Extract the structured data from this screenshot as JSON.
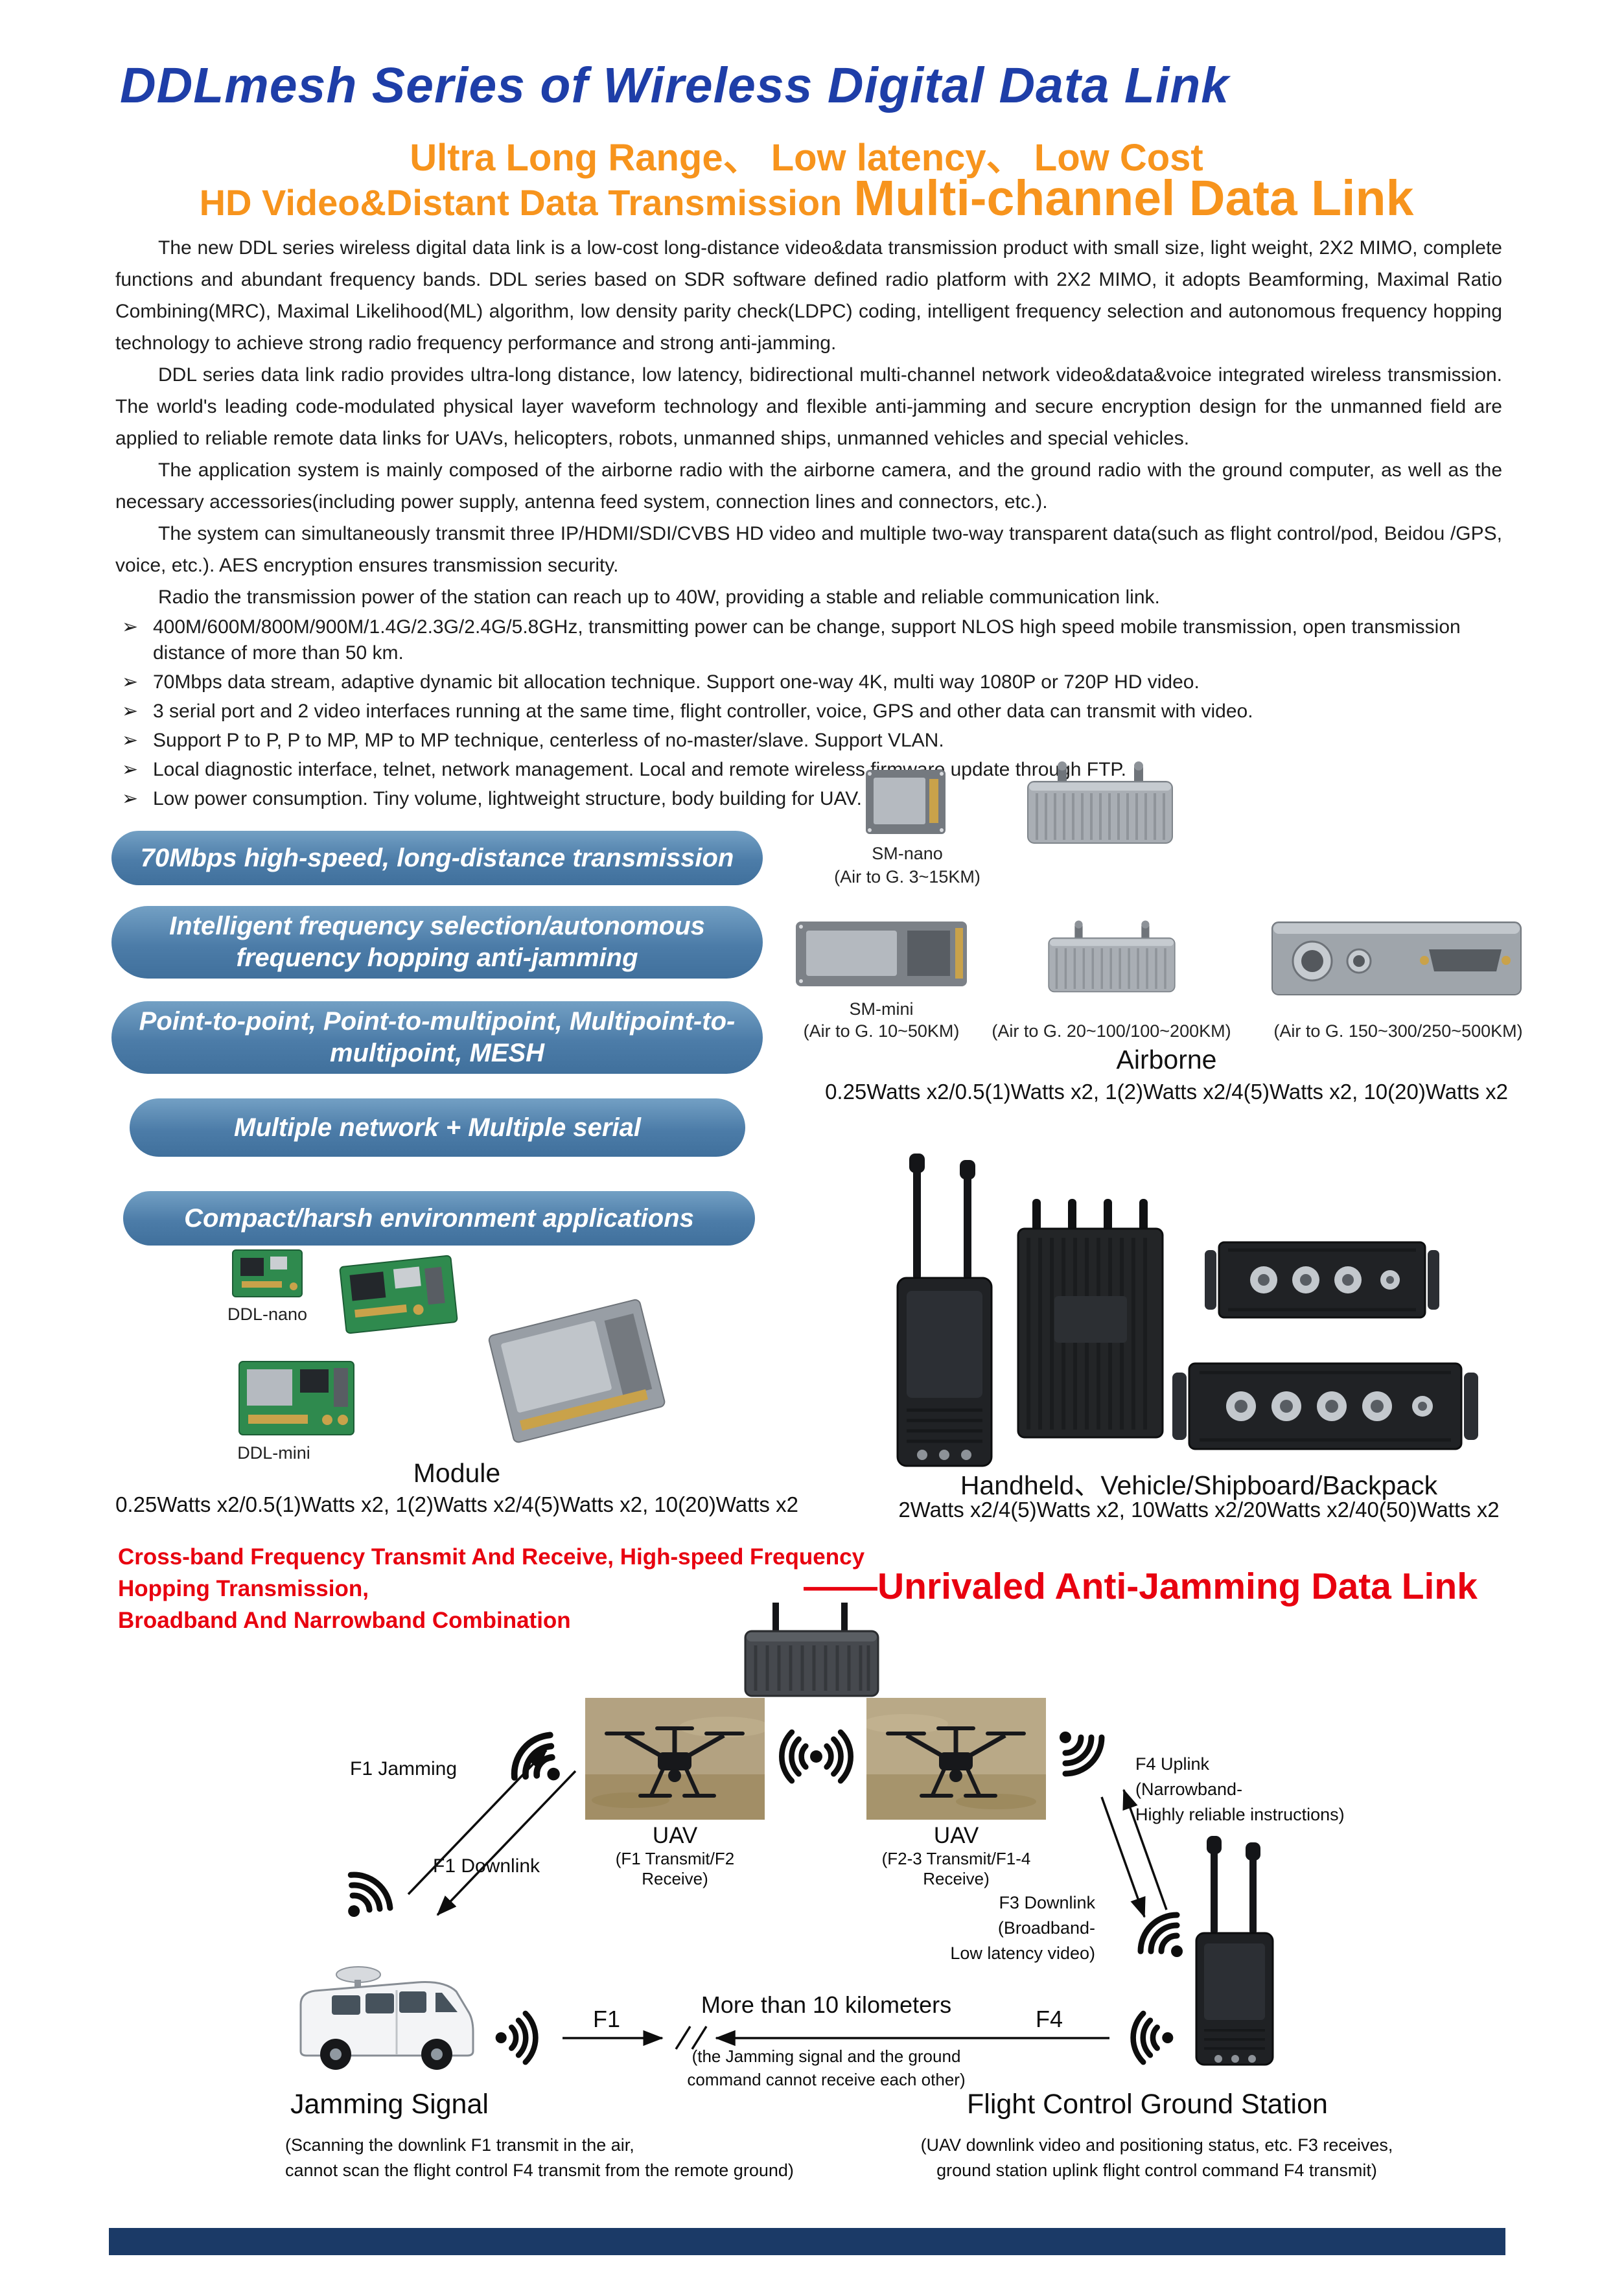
{
  "page": {
    "title": "DDLmesh Series of Wireless Digital Data Link",
    "subtitle": "Ultra Long Range、 Low latency、 Low Cost",
    "tagline_left": "HD Video&Distant Data Transmission",
    "tagline_right": "Multi-channel Data Link"
  },
  "intro_paragraphs": [
    "The new DDL series wireless digital data link is a low-cost long-distance video&data transmission product with small size, light weight, 2X2 MIMO, complete functions and abundant frequency bands. DDL series based on SDR software defined radio platform with 2X2 MIMO, it adopts Beamforming, Maximal Ratio Combining(MRC), Maximal Likelihood(ML) algorithm, low density parity check(LDPC) coding, intelligent frequency selection and autonomous frequency hopping technology to achieve strong radio frequency performance and strong anti-jamming.",
    "DDL series data link radio provides ultra-long distance, low latency, bidirectional multi-channel network video&data&voice integrated wireless transmission. The world's leading code-modulated physical layer waveform technology and flexible anti-jamming and secure encryption design for the unmanned field are applied to reliable remote data links for UAVs, helicopters, robots, unmanned ships, unmanned vehicles and special vehicles.",
    "The application system is mainly composed of the airborne radio with the airborne camera, and the ground radio with the ground computer, as well as the necessary accessories(including power supply, antenna feed system, connection lines and connectors, etc.).",
    "The system can simultaneously transmit three IP/HDMI/SDI/CVBS HD video and multiple two-way transparent data(such as flight control/pod, Beidou /GPS, voice, etc.). AES encryption ensures transmission security.",
    "Radio the transmission power of the station can reach up to 40W, providing a stable and reliable communication link."
  ],
  "bullet_glyph": "➢",
  "bullet_points": [
    "400M/600M/800M/900M/1.4G/2.3G/2.4G/5.8GHz, transmitting power can be change, support NLOS high speed mobile transmission, open transmission distance of more than 50 km.",
    "70Mbps data stream, adaptive dynamic bit allocation technique. Support one-way 4K, multi way 1080P or 720P HD video.",
    "3 serial port and 2 video interfaces running at the same time, flight controller, voice, GPS and other data can transmit with video.",
    "Support P to P, P to MP, MP to MP technique, centerless of no-master/slave. Support VLAN.",
    "Local diagnostic interface, telnet, network management. Local and remote wireless firmware update through FTP.",
    "Low power consumption. Tiny volume, lightweight structure, body building for UAV."
  ],
  "feature_pills": [
    "70Mbps high-speed, long-distance transmission",
    "Intelligent frequency selection/autonomous frequency hopping anti-jamming",
    "Point-to-point, Point-to-multipoint, Multipoint-to-multipoint, MESH",
    "Multiple network  + Multiple serial",
    "Compact/harsh environment applications"
  ],
  "airborne": {
    "sm_nano": "SM-nano",
    "sm_nano_range": "(Air to G. 3~15KM)",
    "sm_mini": "SM-mini",
    "range_1": "(Air to G. 10~50KM)",
    "range_2": "(Air to G. 20~100/100~200KM)",
    "range_3": "(Air to G. 150~300/250~500KM)",
    "title": "Airborne",
    "power": "0.25Watts x2/0.5(1)Watts x2, 1(2)Watts x2/4(5)Watts x2, 10(20)Watts x2"
  },
  "module": {
    "ddl_nano": "DDL-nano",
    "ddl_mini": "DDL-mini",
    "title": "Module",
    "power": "0.25Watts x2/0.5(1)Watts x2, 1(2)Watts x2/4(5)Watts x2, 10(20)Watts x2"
  },
  "ground": {
    "title": "Handheld、Vehicle/Shipboard/Backpack",
    "power": "2Watts x2/4(5)Watts x2, 10Watts x2/20Watts x2/40(50)Watts x2"
  },
  "antijam": {
    "intro": "Cross-band Frequency Transmit And Receive, High-speed Frequency Hopping Transmission,\nBroadband And Narrowband Combination",
    "headline": "——Unrivaled Anti-Jamming Data Link"
  },
  "diagram": {
    "f1_jamming": "F1 Jamming",
    "f1_downlink": "F1 Downlink",
    "uav_left": "UAV",
    "uav_left_sub": "(F1 Transmit/F2 Receive)",
    "uav_right": "UAV",
    "uav_right_sub": "(F2-3 Transmit/F1-4 Receive)",
    "f4_uplink": "F4 Uplink\n(Narrowband-\nHighly reliable instructions)",
    "f3_downlink": "F3 Downlink\n(Broadband-\nLow latency video)",
    "f1_label": "F1",
    "f4_label": "F4",
    "distance_title": "More than 10 kilometers",
    "distance_note": "(the Jamming signal and the ground\ncommand cannot receive each other)",
    "jamming_title": "Jamming Signal",
    "jamming_note": "(Scanning the downlink F1 transmit in the air,\ncannot scan the flight control F4 transmit from the remote ground)",
    "station_title": "Flight Control Ground Station",
    "station_note": "(UAV downlink video and positioning status, etc. F3 receives,\nground station uplink flight control command F4 transmit)"
  },
  "colors": {
    "title_blue": "#1e3ea8",
    "orange": "#f7941d",
    "pill_blue": "#4c7ca8",
    "red": "#e8000f",
    "footer_navy": "#1b3a67"
  }
}
